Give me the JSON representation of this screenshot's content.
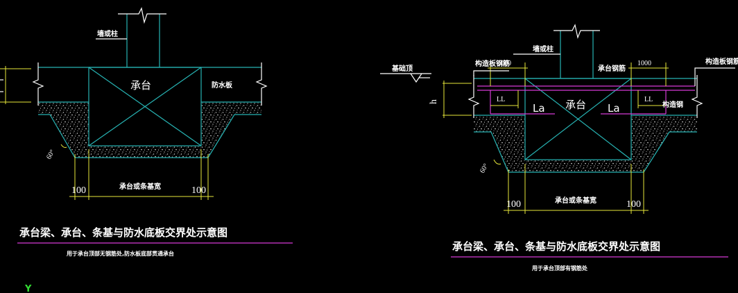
{
  "colors": {
    "background": "#000000",
    "structure": "#27b3b3",
    "text": "#ffffff",
    "dimension": "#e8e83a",
    "rebar": "#d63bd6",
    "ucs_axis": "#33dd33"
  },
  "left": {
    "column_label": "墙或柱",
    "cap_label": "承台",
    "waterproof_label": "防水板",
    "angle_label": "60°",
    "dim_left": "100",
    "dim_center": "承台或条基宽",
    "dim_right": "100",
    "title": "承台梁、承台、条基与防水底板交界处示意图",
    "subtitle": "用于承台顶部无钢筋处,防水板底部贯通承台"
  },
  "right": {
    "column_label": "墙或柱",
    "base_label": "基础顶",
    "rebar_left_label": "构造板钢筋",
    "rebar_mid_label": "承台钢筋",
    "rebar_right_label": "构造板钢筋",
    "dim_1000_left": "1000",
    "dim_1000_right": "1000",
    "ll_left": "LL",
    "ll_right": "LL",
    "la_left": "La",
    "la_right": "La",
    "h_label": "h",
    "cap_label": "承台",
    "rebar_side_label": "构造钢",
    "angle_label": "60°",
    "dim_left": "100",
    "dim_center": "承台或条基宽",
    "dim_right": "100",
    "title": "承台梁、承台、条基与防水底板交界处示意图",
    "subtitle": "用于承台顶部有钢筋处"
  },
  "ucs_label": "Y"
}
